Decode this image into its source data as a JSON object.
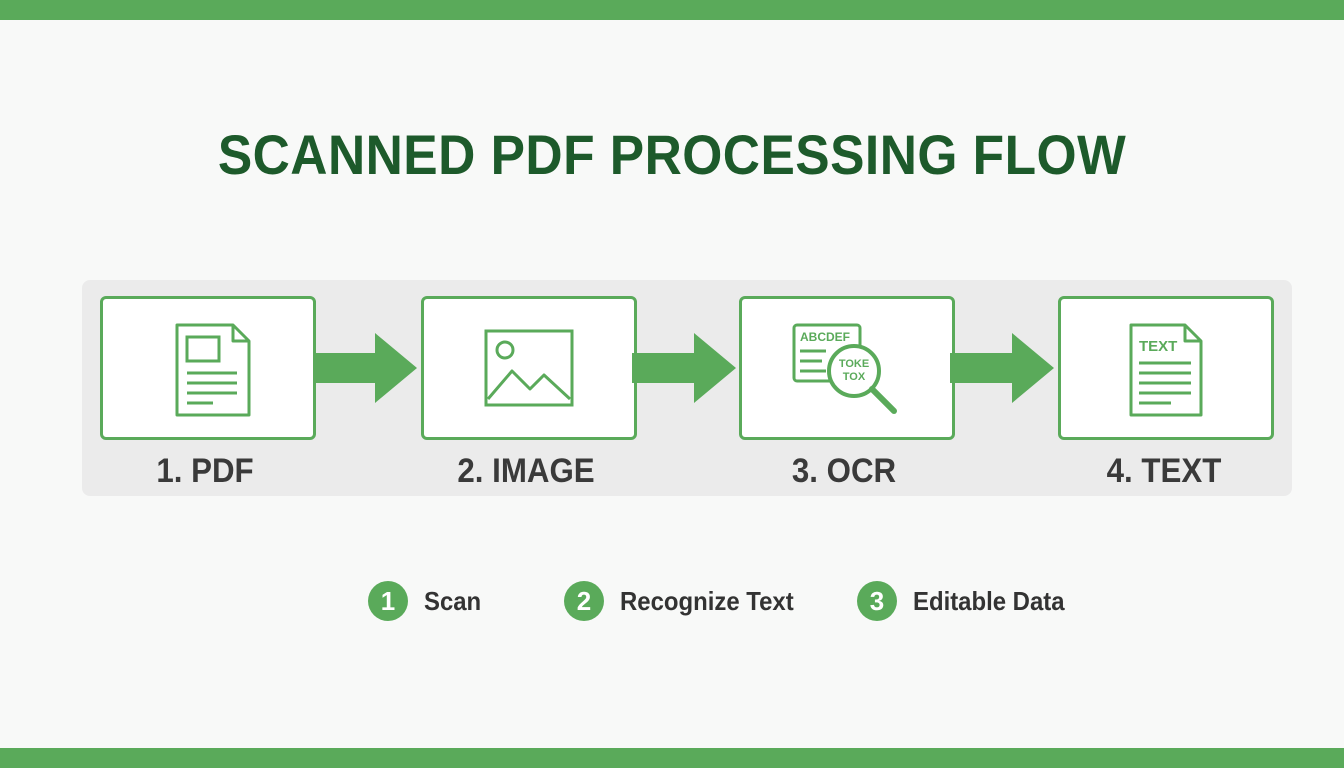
{
  "title": "SCANNED PDF PROCESSING FLOW",
  "steps": [
    {
      "label": "1. PDF",
      "icon": "document-icon"
    },
    {
      "label": "2. IMAGE",
      "icon": "image-icon"
    },
    {
      "label": "3. OCR",
      "icon": "ocr-magnifier-icon",
      "icon_text_1": "ABCDEF",
      "icon_text_2": "TOKE",
      "icon_text_3": "TOX"
    },
    {
      "label": "4. TEXT",
      "icon": "text-document-icon",
      "icon_text": "TEXT"
    }
  ],
  "legend": [
    {
      "num": "1",
      "label": "Scan"
    },
    {
      "num": "2",
      "label": "Recognize Text"
    },
    {
      "num": "3",
      "label": "Editable Data"
    }
  ],
  "colors": {
    "accent": "#5aaa5a",
    "title": "#1d5a2b",
    "label": "#3a3a3a",
    "panel": "#ebebeb"
  }
}
